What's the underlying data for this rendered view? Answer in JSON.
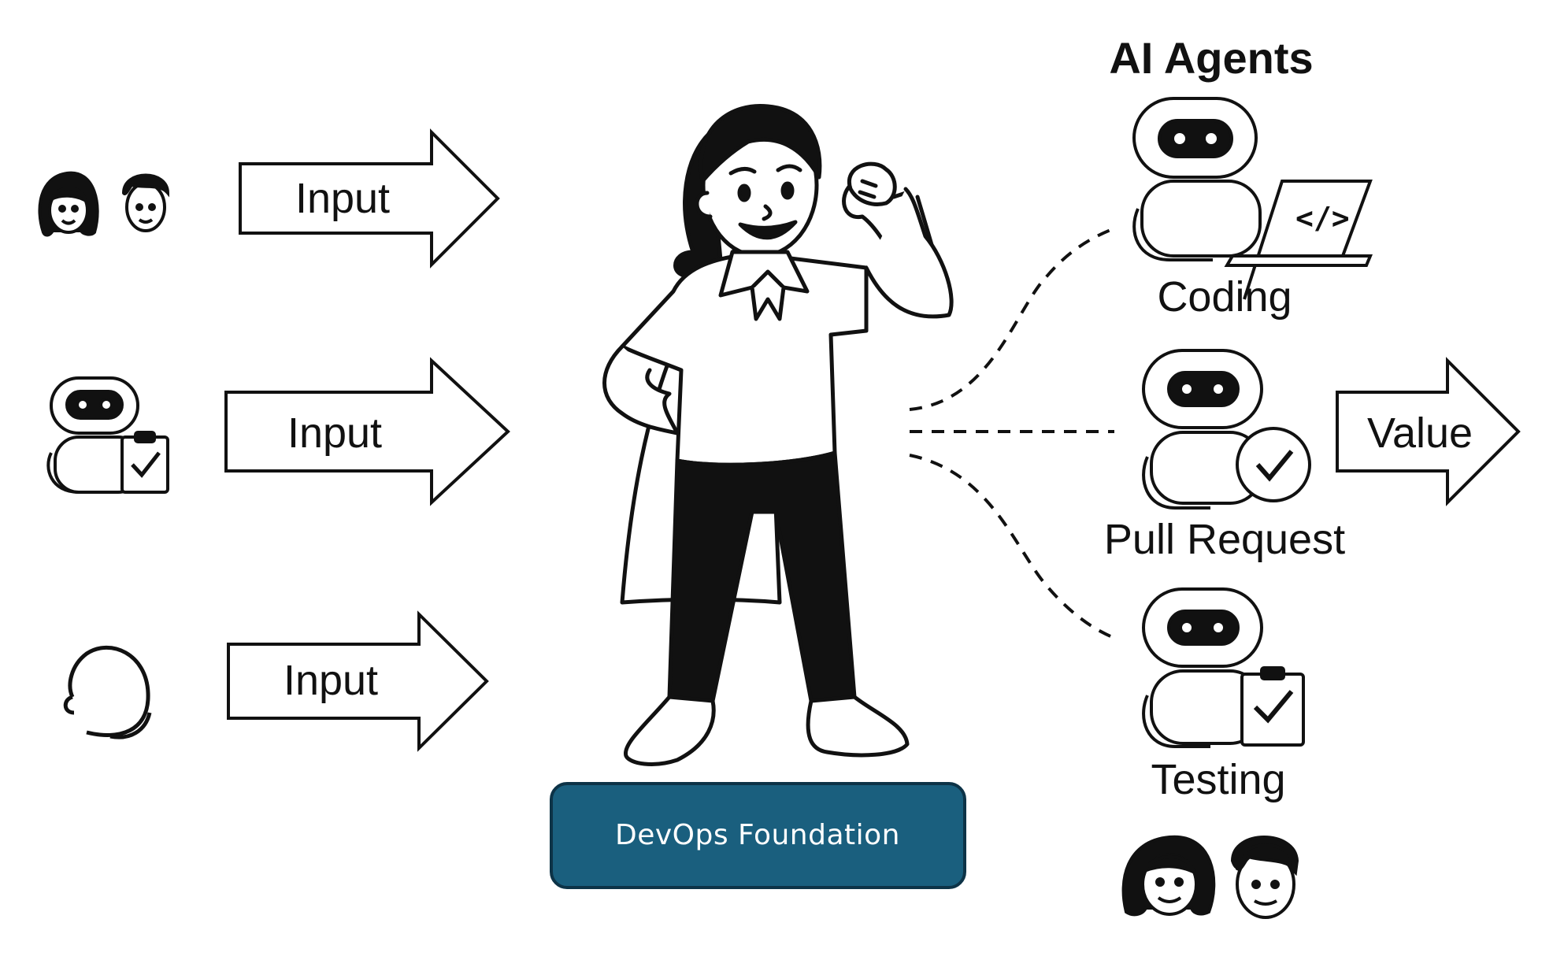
{
  "inputs": [
    {
      "label": "Input",
      "source_icon": "two-people-icon"
    },
    {
      "label": "Input",
      "source_icon": "robot-with-clipboard-icon"
    },
    {
      "label": "Input",
      "source_icon": "head-silhouette-icon"
    }
  ],
  "central_figure": "superhero-developer-icon",
  "foundation": {
    "label": "DevOps Foundation",
    "color": "#1a5f7e"
  },
  "agents": {
    "title": "AI Agents",
    "items": [
      {
        "label": "Coding",
        "icon": "robot-with-laptop-icon"
      },
      {
        "label": "Pull Request",
        "icon": "robot-with-checkmark-icon"
      },
      {
        "label": "Testing",
        "icon": "robot-with-clipboard-icon"
      }
    ]
  },
  "output": {
    "label": "Value"
  },
  "bottom_icon": "two-people-icon"
}
